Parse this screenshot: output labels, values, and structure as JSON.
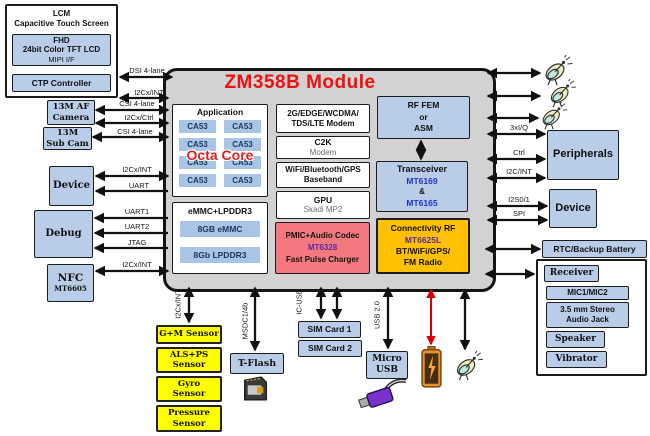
{
  "colors": {
    "module_bg": "#D2D2D2",
    "box_blue": "#B9CDE8",
    "chip_blue": "#A9C5E5",
    "sensor_yellow": "#FFFF00",
    "pmic_red": "#F4797E",
    "connectivity_orange": "#FFC000",
    "title_red": "#EE1111",
    "chip_text_blue": "#2233CC",
    "chip_text_purple": "#5B2AA6",
    "battery_arrow_red": "#D80000"
  },
  "lcm": {
    "title": "LCM\nCapacitive Touch Screen",
    "fhd": "FHD\n24bit Color TFT LCD",
    "fhd_sub": "MIPI I/F",
    "ctp": "CTP Controller"
  },
  "left_boxes": {
    "camera": "13M AF\nCamera",
    "subcam": "13M\nSub Cam",
    "device": "Device",
    "debug": "Debug",
    "nfc_title": "NFC",
    "nfc_chip": "MT6605"
  },
  "sensors": [
    "G+M Sensor",
    "ALS+PS\nSensor",
    "Gyro\nSensor",
    "Pressure\nSensor"
  ],
  "storage": {
    "tflash": "T-Flash",
    "sim1": "SIM Card 1",
    "sim2": "SIM Card 2",
    "micro_usb": "Micro\nUSB"
  },
  "module": {
    "title": "ZM358B Module",
    "application": {
      "label": "Application",
      "overlay": "Octa Core",
      "cores": [
        "CA53",
        "CA53",
        "CA53",
        "CA53",
        "CA53",
        "CA53",
        "CA53",
        "CA53"
      ]
    },
    "memory": {
      "label": "eMMC+LPDDR3",
      "chips": [
        "8GB eMMC",
        "8Gb LPDDR3"
      ]
    },
    "modem": "2G/EDGE/WCDMA/\nTDS/LTE Modem",
    "c2k": {
      "title": "C2K",
      "sub": "Modem"
    },
    "wifi": "WiFi/Bluetooth/GPS\nBaseband",
    "gpu": {
      "title": "GPU",
      "sub": "Skadi MP2"
    },
    "pmic": {
      "line1": "PMIC+Audio Codec",
      "chip": "MT6328",
      "line2": "Fast Pulse Charger"
    },
    "rf_fem": "RF FEM\nor\nASM",
    "transceiver": {
      "title": "Transceiver",
      "chip1": "MT6169",
      "amp": "&",
      "chip2": "MT6165"
    },
    "connectivity": {
      "title": "Connectivity RF",
      "chip": "MT6625L",
      "sub": "BT/WiFi/GPS/\nFM Radio"
    }
  },
  "right_boxes": {
    "peripherals": "Peripherals",
    "device": "Device",
    "rtc": "RTC/Backup Battery",
    "receiver": "Receiver",
    "mic": "MIC1/MIC2",
    "jack": "3.5 mm Stereo\nAudio Jack",
    "speaker": "Speaker",
    "vibrator": "Vibrator"
  },
  "left_buses": [
    "DSI 4-lane",
    "I2Cx/INT",
    "CSI 4-lane",
    "I2Cx/Ctrl",
    "CSI 4-lane",
    "I2Cx/INT",
    "UART",
    "UART1",
    "UART2",
    "JTAG",
    "I2Cx/INT"
  ],
  "right_buses": [
    "3xI/Q",
    "Ctrl",
    "I2C/INT",
    "I2S0/1",
    "SPI"
  ],
  "bottom_buses": [
    "I2Cx/INT",
    "MSDC1/4b",
    "IC-USB",
    "USB 2.0"
  ]
}
